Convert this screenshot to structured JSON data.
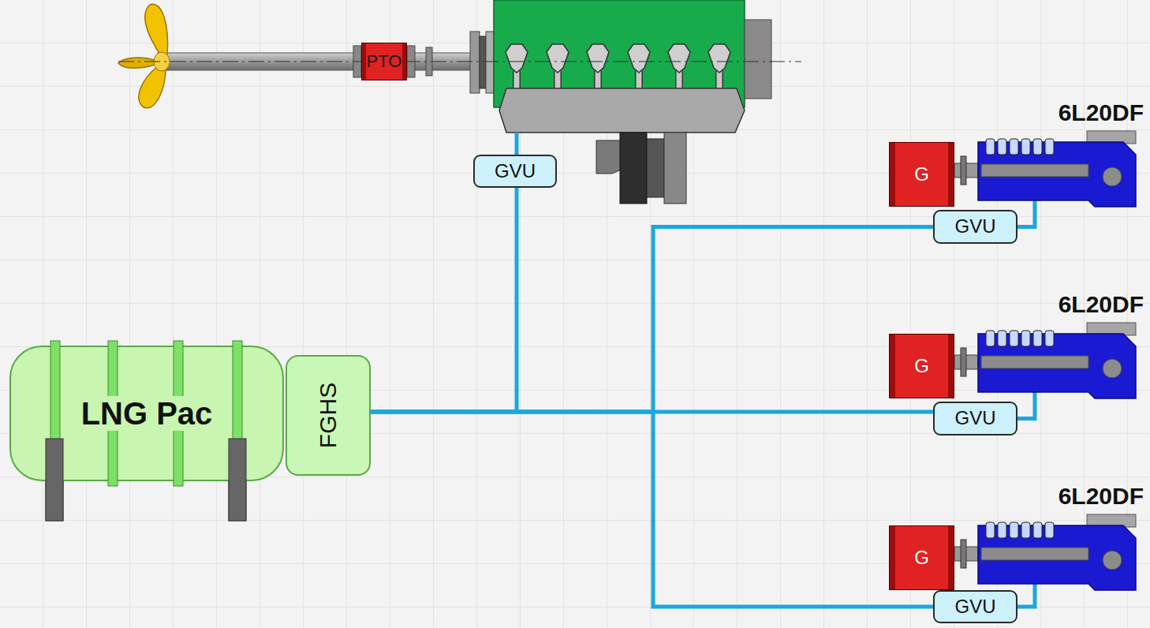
{
  "diagram": {
    "nodes": [
      {
        "text": [
          "PTO"
        ]
      },
      {
        "text": [
          "GVU"
        ]
      },
      {
        "text": [
          "6L20DF"
        ]
      },
      {
        "text": [
          "G"
        ]
      },
      {
        "text": [
          "GVU"
        ]
      },
      {
        "text": [
          "6L20DF"
        ]
      },
      {
        "text": [
          "G"
        ]
      },
      {
        "text": [
          "GVU"
        ]
      },
      {
        "text": [
          "LNG Pac"
        ]
      },
      {
        "text": [
          "FGHS"
        ]
      },
      {
        "text": [
          "6L20DF"
        ]
      },
      {
        "text": [
          "G"
        ]
      },
      {
        "text": [
          "GVU"
        ]
      }
    ],
    "edges": [
      {
        "from": 9,
        "to": 1,
        "arrow": "none"
      },
      {
        "from": 9,
        "to": 4,
        "arrow": "none"
      },
      {
        "from": 9,
        "to": 7,
        "arrow": "none"
      },
      {
        "from": 9,
        "to": 12,
        "arrow": "none"
      },
      {
        "from": 4,
        "to": 2,
        "arrow": "none"
      },
      {
        "from": 7,
        "to": 5,
        "arrow": "none"
      },
      {
        "from": 12,
        "to": 10,
        "arrow": "none"
      }
    ]
  }
}
